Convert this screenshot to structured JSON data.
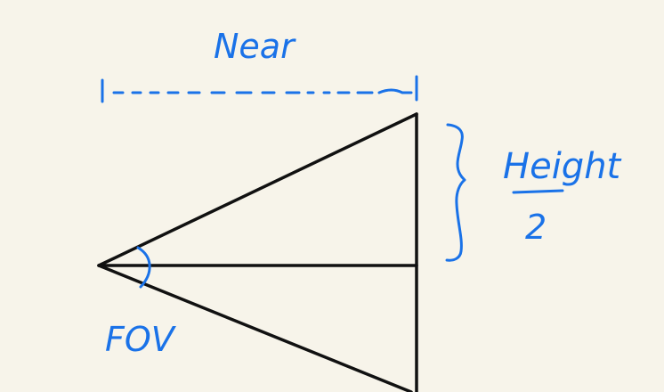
{
  "labels": {
    "near": "Near",
    "height_numerator": "Height",
    "height_denominator": "2",
    "fov": "FOV"
  },
  "colors": {
    "background": "#f7f4ea",
    "ink_black": "#111111",
    "ink_blue": "#1a72e8"
  }
}
